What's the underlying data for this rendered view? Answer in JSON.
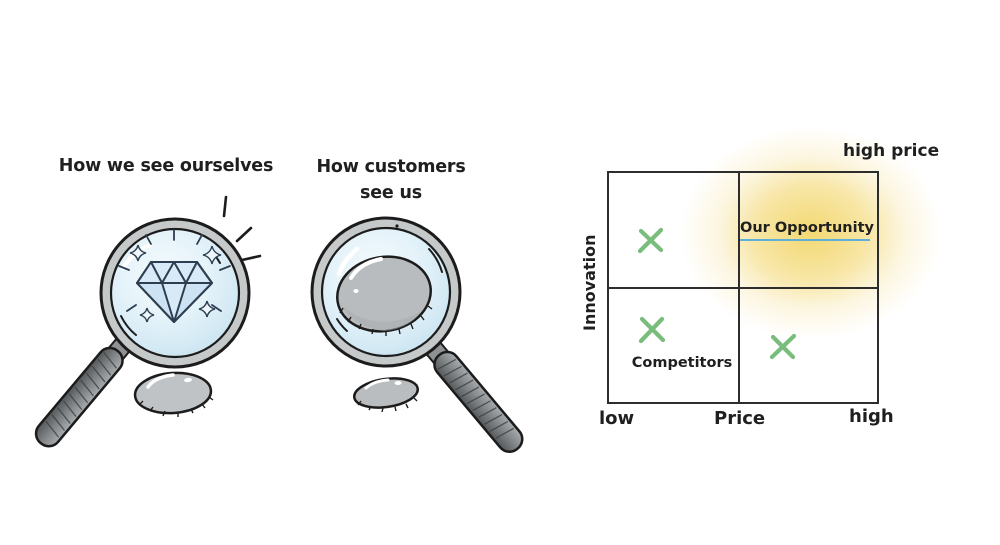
{
  "left_panel": {
    "self_caption": "How we see ourselves",
    "customers_caption": "How customers see us",
    "self_lens_content": "diamond with sparkles",
    "customers_lens_content": "gray blob"
  },
  "matrix": {
    "y_axis_label": "Innovation",
    "x_axis_label": "Price",
    "x_min_label": "low",
    "x_max_label": "high",
    "corner_label": "high price",
    "opportunity_label": "Our Opportunity",
    "competitors_label": "Competitors",
    "marks": [
      {
        "quadrant": "top-left",
        "innovation": "high",
        "price": "low"
      },
      {
        "quadrant": "bottom-left",
        "innovation": "low",
        "price": "low"
      },
      {
        "quadrant": "bottom-right",
        "innovation": "low",
        "price": "high"
      }
    ]
  },
  "colors": {
    "x_mark_green": "#79bd7d",
    "underline_blue": "#5fb0d9",
    "glow_yellow": "#f1d070",
    "lens_blue": "#d5eaf5",
    "metal_gray": "#c6c9ca",
    "blob_gray": "#b8bbbd",
    "ink": "#1c1c1c"
  }
}
